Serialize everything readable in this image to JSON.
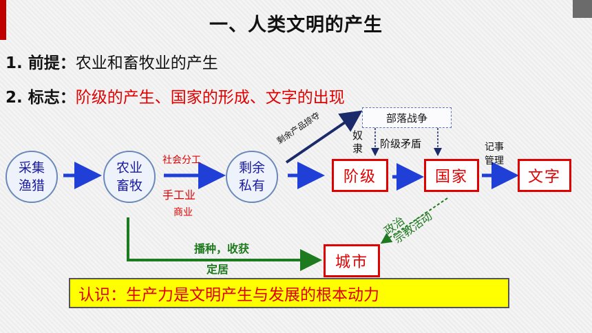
{
  "title": "一、人类文明的产生",
  "line1": {
    "label": "1. 前提：",
    "text": "农业和畜牧业的产生"
  },
  "line2": {
    "label": "2. 标志：",
    "text": "阶级的产生、国家的形成、文字的出现"
  },
  "nodes": {
    "gather_hunt": [
      "采集",
      "渔猎"
    ],
    "farm_herd": [
      "农业",
      "畜牧"
    ],
    "surplus": [
      "剩余",
      "私有"
    ],
    "class": "阶级",
    "state": "国家",
    "writing": "文字",
    "city": "城市",
    "tribal_war": "部落战争"
  },
  "labels": {
    "division": "社会分工",
    "handicraft": "手工业",
    "commerce": "商业",
    "plunder": "剩余产品掠夺",
    "slave": [
      "奴",
      "隶"
    ],
    "conflict": "阶级矛盾",
    "record": [
      "记事",
      "管理"
    ],
    "politics": "政治",
    "religion": "宗教活动",
    "sow_harvest": "播种，收获",
    "settle": "定居"
  },
  "conclusion": "认识：生产力是文明产生与发展的根本动力",
  "colors": {
    "accent": "#e00000",
    "arrow": "#1f3fd6",
    "green": "#1e7a1e",
    "highlight": "#ffff00"
  }
}
